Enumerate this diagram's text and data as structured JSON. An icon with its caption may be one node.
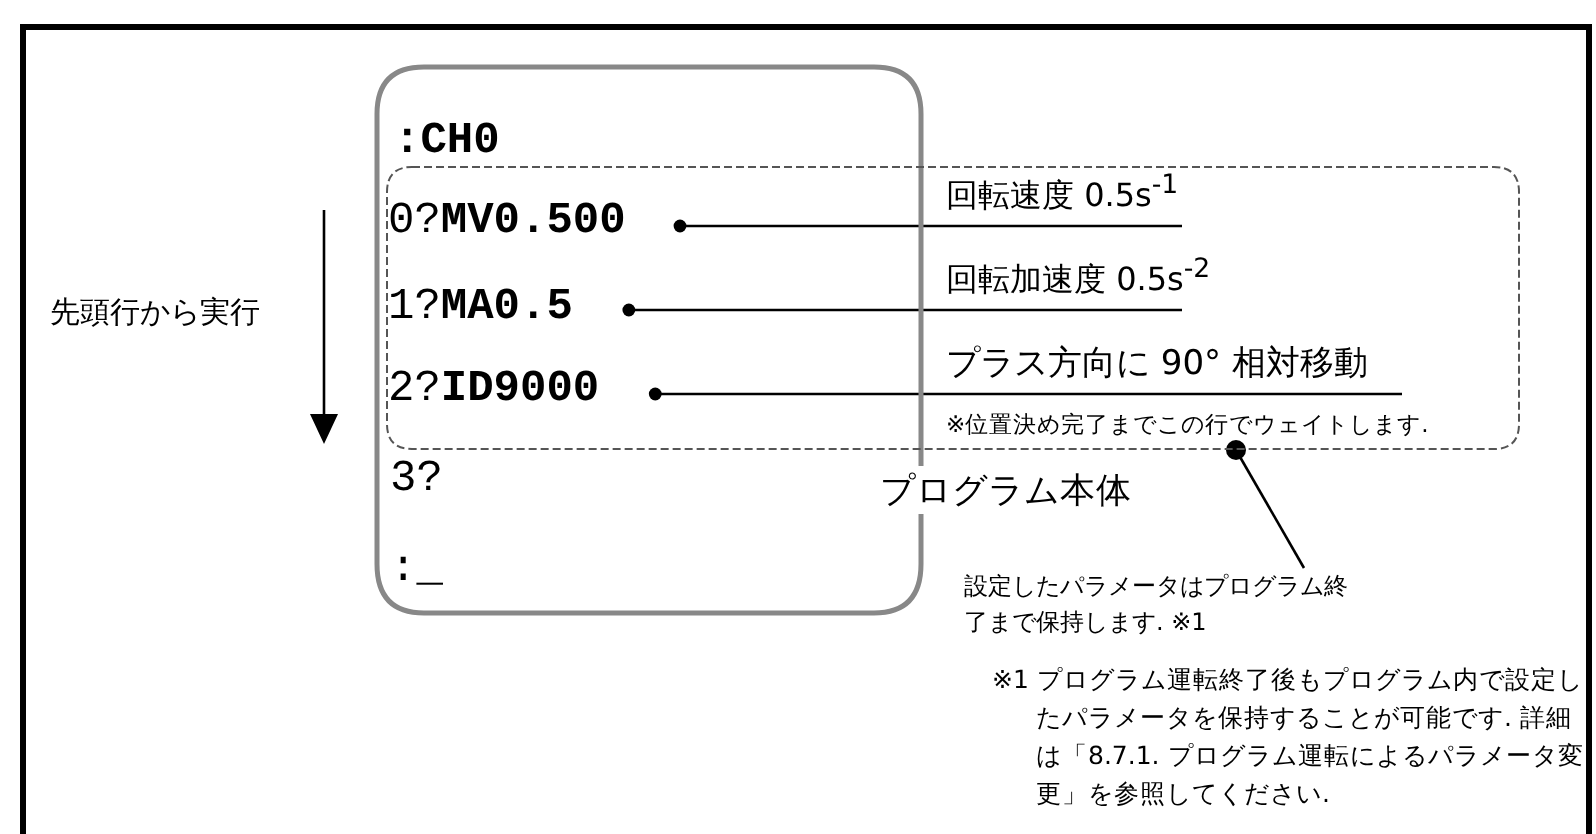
{
  "diagram": {
    "nodes": [
      {
        "text": [
          ":CH0",
          "3?",
          ":_",
          "プログラム本体"
        ]
      },
      {
        "text": [
          "※位置決め完了までこの行でウェイトします."
        ]
      },
      {
        "text": [
          "0?**MV0.500**"
        ]
      },
      {
        "text": [
          "1?**MA0.5**"
        ]
      },
      {
        "text": [
          "2?**ID9000**"
        ]
      },
      {
        "text": [
          "回転速度 0.5s$^{-1}$"
        ],
        "in": 1
      },
      {
        "text": [
          "回転加速度 0.5s$^{-2}$"
        ],
        "in": 1
      },
      {
        "text": [
          "プラス方向に 90° 相対移動"
        ],
        "in": 1
      },
      {
        "text": [
          "設定したパラメータはプログラム終了まで保持します. ※1"
        ]
      }
    ],
    "edges": [
      {
        "from": 2,
        "to": 5,
        "arrow": "other"
      },
      {
        "from": 3,
        "to": 6,
        "arrow": "other"
      },
      {
        "from": 4,
        "to": 7,
        "arrow": "other"
      },
      {
        "from": 8,
        "to": 1,
        "arrow": "other"
      }
    ],
    "labels": [
      "先頭行から実行",
      "※1 プログラム運転終了後もプログラム内で設定したパラメータを保持することが可能です. 詳細は「8.7.1. プログラム運転によるパラメータ変更」を参照してください."
    ]
  }
}
